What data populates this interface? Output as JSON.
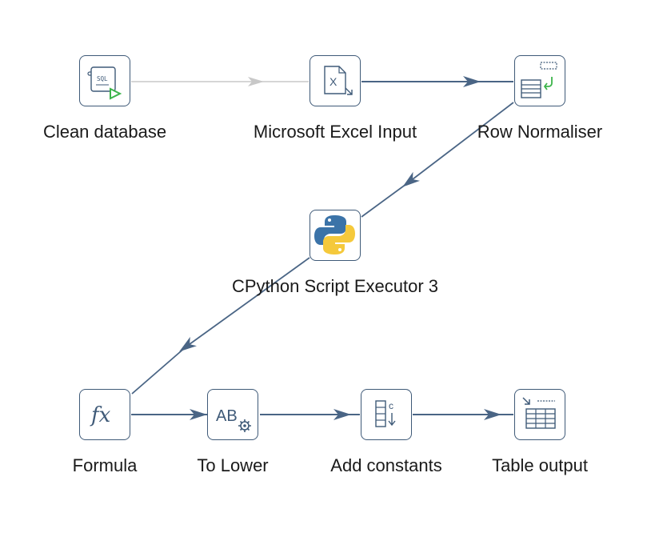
{
  "steps": {
    "clean_database": {
      "label": "Clean database",
      "icon": "sql-script-icon"
    },
    "excel_input": {
      "label": "Microsoft Excel Input",
      "icon": "excel-file-icon"
    },
    "row_normaliser": {
      "label": "Row Normaliser",
      "icon": "row-normaliser-icon"
    },
    "cpython": {
      "label": "CPython Script Executor 3",
      "icon": "python-icon"
    },
    "formula": {
      "label": "Formula",
      "icon": "formula-fx-icon"
    },
    "to_lower": {
      "label": "To Lower",
      "icon": "text-case-gear-icon"
    },
    "add_constants": {
      "label": "Add constants",
      "icon": "add-constants-icon"
    },
    "table_output": {
      "label": "Table output",
      "icon": "table-output-icon"
    }
  },
  "hops": [
    {
      "from": "clean_database",
      "to": "excel_input",
      "enabled": false
    },
    {
      "from": "excel_input",
      "to": "row_normaliser",
      "enabled": true
    },
    {
      "from": "row_normaliser",
      "to": "cpython",
      "enabled": true
    },
    {
      "from": "cpython",
      "to": "formula",
      "enabled": true
    },
    {
      "from": "formula",
      "to": "to_lower",
      "enabled": true
    },
    {
      "from": "to_lower",
      "to": "add_constants",
      "enabled": true
    },
    {
      "from": "add_constants",
      "to": "table_output",
      "enabled": true
    }
  ],
  "colors": {
    "node_border": "#3f5a78",
    "hop": "#4a6585",
    "hop_disabled": "#c8c8c8",
    "python_blue": "#3b73a8",
    "python_yellow": "#f5c93b",
    "run_green": "#3cb44b"
  }
}
